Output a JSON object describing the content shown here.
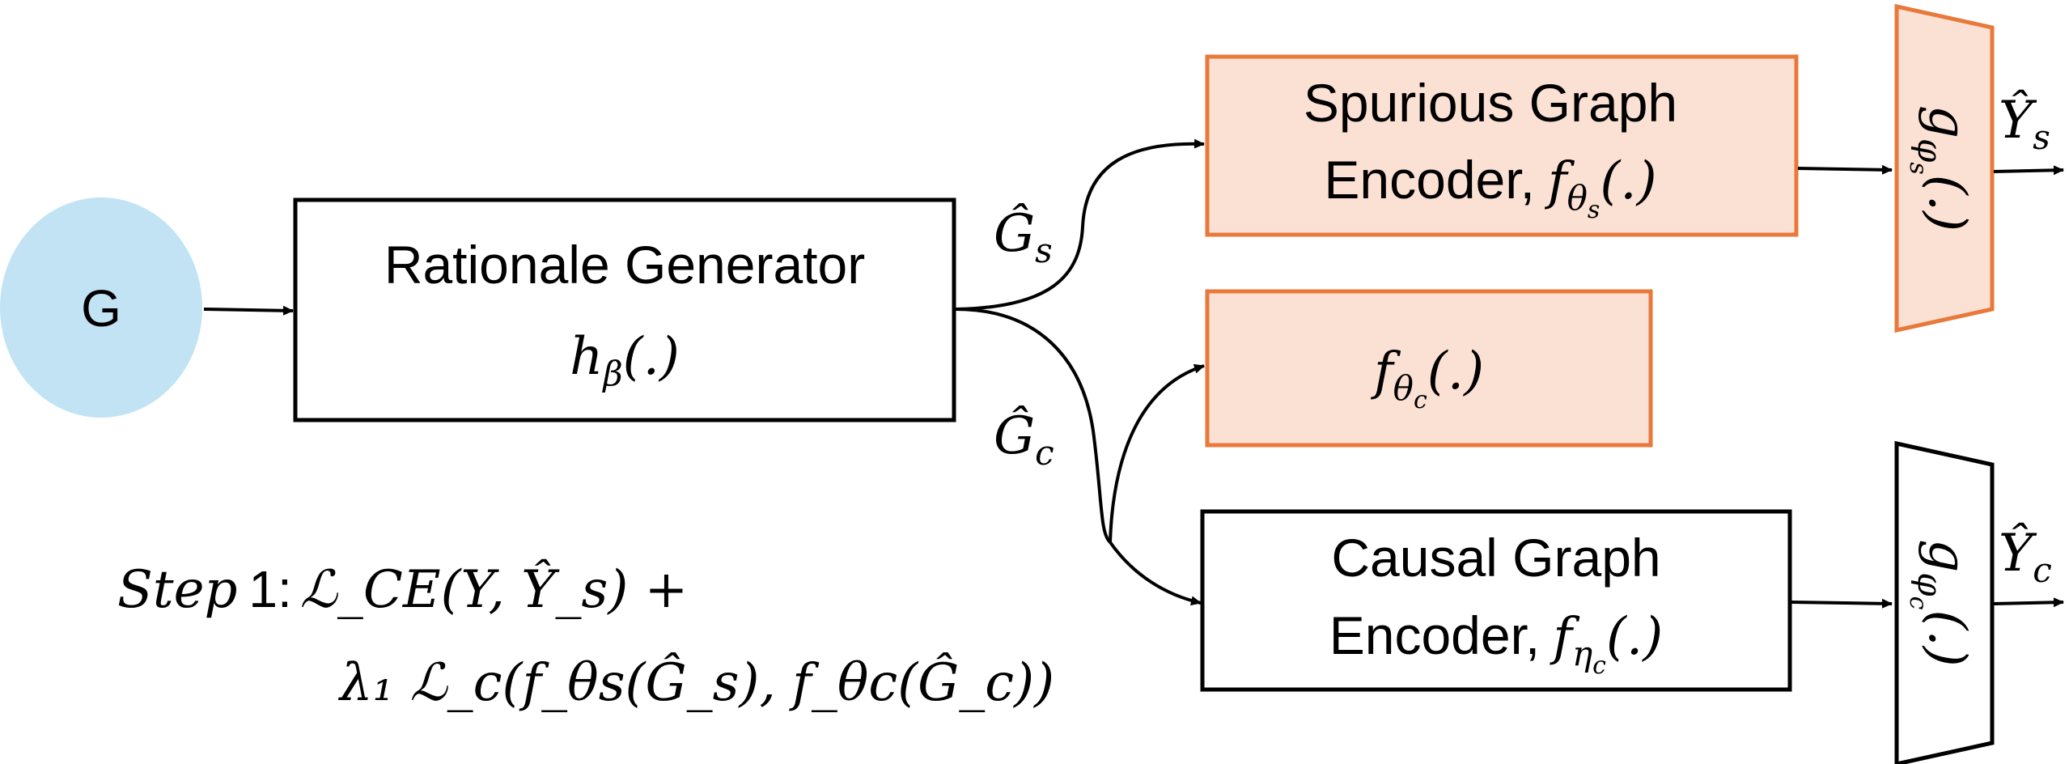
{
  "input_node": {
    "label": "G"
  },
  "rationale_generator": {
    "title": "Rationale Generator",
    "fn": "h",
    "fn_sub": "β",
    "fn_args": "(.)"
  },
  "edges": {
    "spurious_label": "Ĝ",
    "spurious_label_sub": "s",
    "causal_label": "Ĝ",
    "causal_label_sub": "c"
  },
  "spurious_encoder": {
    "line1": "Spurious Graph",
    "line2": "Encoder,",
    "fn": "f",
    "fn_sub": "θ",
    "fn_subsub": "s",
    "fn_args": "(.)"
  },
  "middle_encoder": {
    "fn": "f",
    "fn_sub": "θ",
    "fn_subsub": "c",
    "fn_args": "(.)"
  },
  "causal_encoder": {
    "line1": "Causal Graph",
    "line2": "Encoder,",
    "fn": "f",
    "fn_sub": "η",
    "fn_subsub": "c",
    "fn_args": "(.)"
  },
  "head_s": {
    "fn": "g",
    "fn_sub": "φ",
    "fn_subsub": "s",
    "fn_args": "(.)"
  },
  "head_c": {
    "fn": "g",
    "fn_sub": "φ",
    "fn_subsub": "c",
    "fn_args": "(.)"
  },
  "output_s": {
    "label": "Ŷ",
    "sub": "s"
  },
  "output_c": {
    "label": "Ŷ",
    "sub": "c"
  },
  "loss": {
    "step_label": "Step",
    "step_number": "1:",
    "line1": "ℒ_CE(Y, Ŷ_s) +",
    "line2": "λ₁ ℒ_c(f_θs(Ĝ_s), f_θc(Ĝ_c))"
  },
  "colors": {
    "orange_fill": "#fbe1d3",
    "orange_stroke": "#e8793a",
    "node_fill": "#c2e3f4"
  }
}
